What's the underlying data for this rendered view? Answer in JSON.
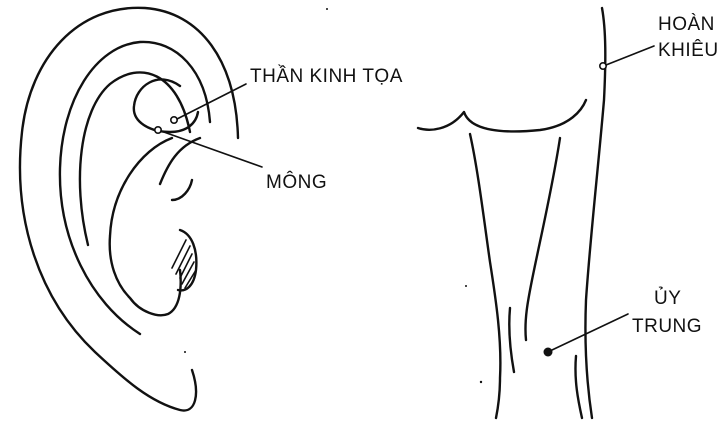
{
  "labels": {
    "than_kinh_toa": "THẦN KINH TỌA",
    "mong": "MÔNG",
    "hoan_khieu_line1": "HOÀN",
    "hoan_khieu_line2": "KHIÊU",
    "uy_trung_line1": "ỦY",
    "uy_trung_line2": "TRUNG"
  },
  "icons": {
    "ear": "ear-outline",
    "legs": "hip-and-leg-outline",
    "points": "acupoint-dot"
  },
  "colors": {
    "ink": "#111111",
    "background": "#ffffff"
  }
}
